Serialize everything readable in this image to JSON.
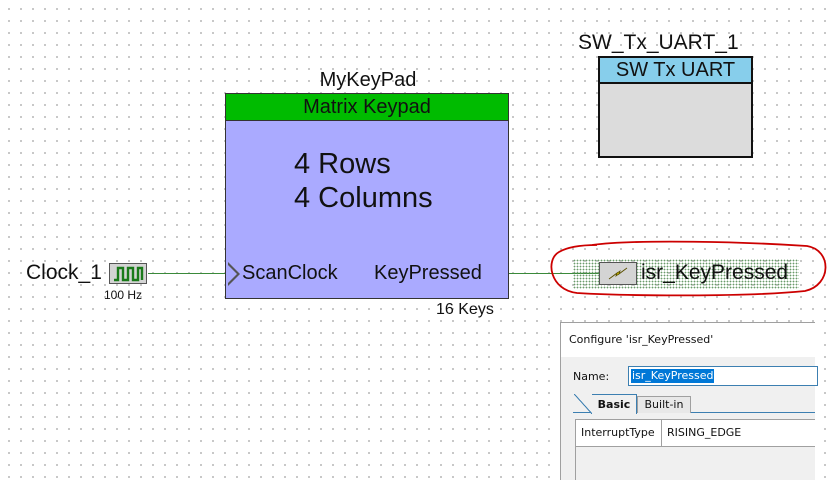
{
  "canvas": {
    "grid_color": "#b8b8b8",
    "wire_color": "#3a8a3a"
  },
  "clock": {
    "name": "Clock_1",
    "frequency": "100 Hz",
    "icon": "square-wave-icon",
    "color": "#1a7a1a"
  },
  "keypad": {
    "instance_name": "MyKeyPad",
    "component_title": "Matrix Keypad",
    "rows_text": "4 Rows",
    "columns_text": "4 Columns",
    "input_pin": "ScanClock",
    "output_pin": "KeyPressed",
    "keys_label": "16 Keys",
    "header_color": "#00bb00",
    "body_color": "#aaaaff"
  },
  "uart": {
    "instance_name": "SW_Tx_UART_1",
    "component_title": "SW Tx UART",
    "header_color": "#87ceeb",
    "body_color": "#dcdcdc"
  },
  "isr": {
    "name": "isr_KeyPressed",
    "icon": "lightning-bolt-icon",
    "highlight_color": "#cc0000"
  },
  "dialog": {
    "title": "Configure 'isr_KeyPressed'",
    "name_label": "Name:",
    "name_value": "isr_KeyPressed",
    "tabs": [
      {
        "label": "Basic",
        "active": true
      },
      {
        "label": "Built-in",
        "active": false
      }
    ],
    "params": [
      {
        "key": "InterruptType",
        "value": "RISING_EDGE"
      }
    ]
  }
}
